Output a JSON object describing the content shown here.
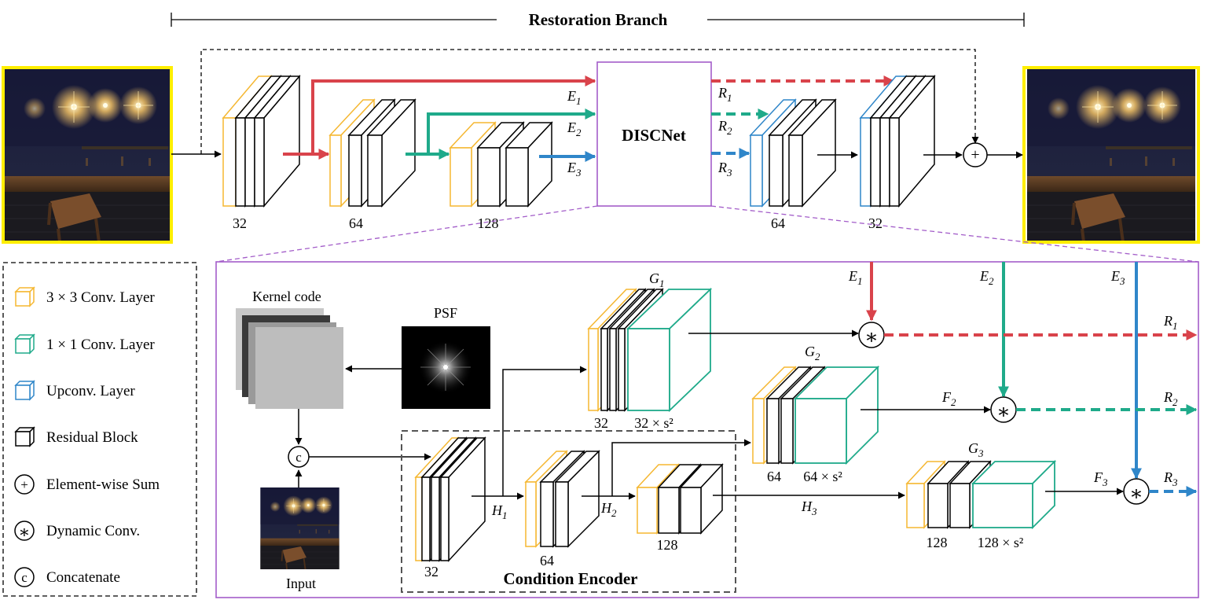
{
  "branch_title": "Restoration Branch",
  "center_module": "DISCNet",
  "encoder_title": "Condition Encoder",
  "labels": {
    "kernel_code": "Kernel code",
    "psf": "PSF",
    "input": "Input",
    "concat_symbol": "c",
    "sum_symbol": "+",
    "dynconv_symbol": "∗"
  },
  "restoration_channels": [
    "32",
    "64",
    "128",
    "64",
    "32"
  ],
  "encoder_channels": [
    "32",
    "64",
    "128"
  ],
  "generator_channels": [
    "32",
    "32 × s²",
    "64",
    "64 × s²",
    "128",
    "128 × s²"
  ],
  "features": {
    "E1": "E",
    "E2": "E",
    "E3": "E",
    "R1": "R",
    "R2": "R",
    "R3": "R",
    "G1": "G",
    "G2": "G",
    "G3": "G",
    "F2": "F",
    "F3": "F",
    "H1": "H",
    "H2": "H",
    "H3": "H",
    "sub1": "1",
    "sub2": "2",
    "sub3": "3"
  },
  "legend": [
    {
      "icon": "conv3x3-cube-icon",
      "label": "3 × 3 Conv. Layer",
      "color": "#F5B731"
    },
    {
      "icon": "conv1x1-cube-icon",
      "label": "1 × 1 Conv. Layer",
      "color": "#1FAA8A"
    },
    {
      "icon": "upconv-cube-icon",
      "label": "Upconv. Layer",
      "color": "#2F86C9"
    },
    {
      "icon": "residual-cube-icon",
      "label": "Residual Block",
      "color": "#000000"
    },
    {
      "icon": "sum-icon",
      "label": "Element-wise Sum",
      "symbol": "+"
    },
    {
      "icon": "dynconv-icon",
      "label": "Dynamic Conv.",
      "symbol": "∗"
    },
    {
      "icon": "concat-icon",
      "label": "Concatenate",
      "symbol": "c"
    }
  ],
  "colors": {
    "red": "#D9434B",
    "green": "#1FAA8A",
    "blue": "#2F86C9",
    "orange": "#F5B731",
    "purple": "#A35DC9",
    "frame_yellow": "#FFEE00"
  }
}
